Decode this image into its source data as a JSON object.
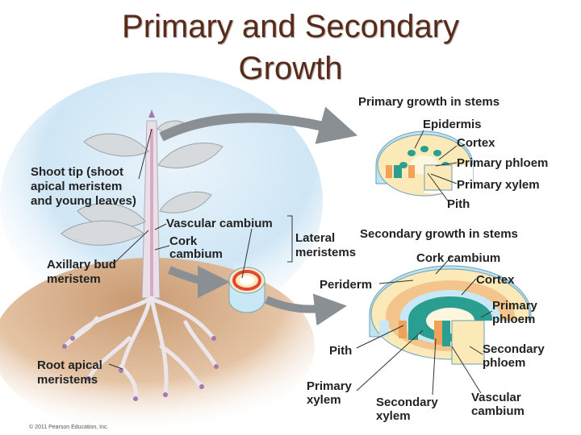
{
  "title": {
    "line1": "Primary and Secondary",
    "line2": "Growth"
  },
  "plant_labels": {
    "shoot_tip_1": "Shoot tip (shoot",
    "shoot_tip_2": "apical meristem",
    "shoot_tip_3": "and young leaves)",
    "axillary_1": "Axillary bud",
    "axillary_2": "meristem",
    "root_1": "Root apical",
    "root_2": "meristems",
    "vascular_cambium": "Vascular cambium",
    "cork_1": "Cork",
    "cork_2": "cambium",
    "lateral_1": "Lateral",
    "lateral_2": "meristems"
  },
  "primary": {
    "heading": "Primary growth in stems",
    "epidermis": "Epidermis",
    "cortex": "Cortex",
    "phloem": "Primary phloem",
    "xylem": "Primary xylem",
    "pith": "Pith"
  },
  "secondary": {
    "heading": "Secondary growth in stems",
    "cork_cambium": "Cork cambium",
    "periderm": "Periderm",
    "cortex": "Cortex",
    "primary_phloem_1": "Primary",
    "primary_phloem_2": "phloem",
    "pith": "Pith",
    "secondary_phloem_1": "Secondary",
    "secondary_phloem_2": "phloem",
    "primary_xylem_1": "Primary",
    "primary_xylem_2": "xylem",
    "secondary_xylem_1": "Secondary",
    "secondary_xylem_2": "xylem",
    "vascular_cambium_1": "Vascular",
    "vascular_cambium_2": "cambium"
  },
  "copyright": "© 2011 Pearson Education, Inc.",
  "colors": {
    "title": "#5a2a18",
    "sky": "#cfe6f5",
    "soil": "#d9b08c",
    "leaf": "#d6dadd",
    "stem": "#e9dfe6",
    "arrow": "#8a8f94",
    "cortex": "#fbe9b8",
    "epidermis": "#bfe3f2",
    "phloem": "#f0a15a",
    "xylem": "#2a9e90",
    "cambium": "#c8e8f5"
  }
}
